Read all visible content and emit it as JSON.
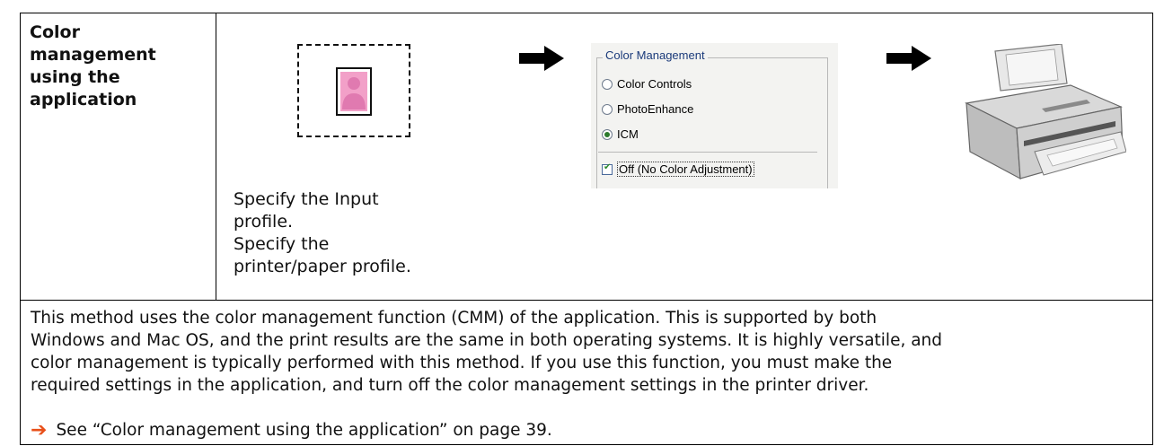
{
  "heading": {
    "lines": [
      "Color",
      "management",
      "using the",
      "application"
    ]
  },
  "dialog": {
    "group_label": "Color Management",
    "options": [
      {
        "label": "Color Controls",
        "selected": false
      },
      {
        "label": "PhotoEnhance",
        "selected": false
      },
      {
        "label": "ICM",
        "selected": true
      }
    ],
    "checkbox_label": "Off (No Color Adjustment)",
    "checkbox_checked": true
  },
  "instructions": [
    "Specify the Input",
    "profile.",
    "Specify the",
    "printer/paper profile."
  ],
  "description": [
    "This method uses the color management function (CMM) of the application. This is supported by both",
    "Windows and Mac OS, and the print results are the same in both operating systems. It is highly versatile, and",
    "color management is typically performed with this method. If you use this function, you must make the",
    "required settings in the application, and turn off the color management settings in the printer driver."
  ],
  "reference": {
    "icon": "arrow-right-icon",
    "text": "See “Color management using the application” on page 39."
  },
  "colors": {
    "photo_figure": "#f2a0c8",
    "reference_arrow": "#e8501a",
    "dialog_bg": "#f3f3f1"
  }
}
